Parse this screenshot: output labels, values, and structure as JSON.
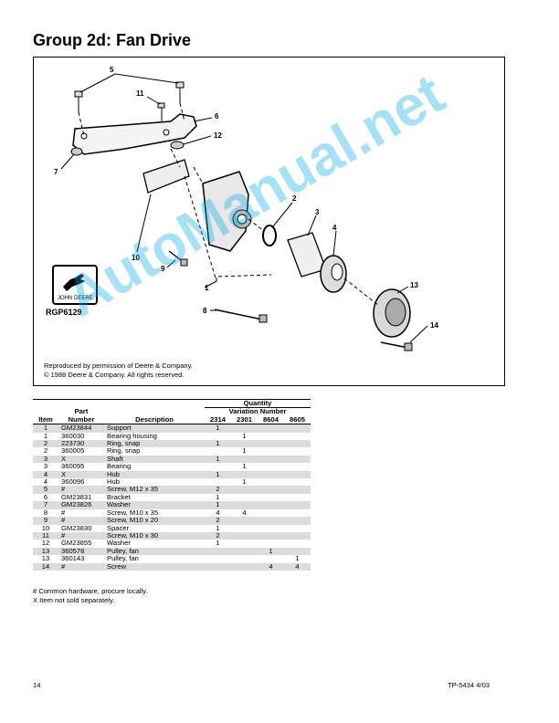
{
  "page_title": "Group 2d:  Fan Drive",
  "figure": {
    "callouts": [
      "5",
      "11",
      "6",
      "12",
      "7",
      "2",
      "3",
      "4",
      "10",
      "9",
      "1",
      "13",
      "8",
      "14"
    ],
    "logo_text": "JOHN DEERE",
    "figure_code": "RGP6129",
    "credit_line1": "Reproduced by permission of Deere & Company.",
    "credit_line2": "© 1988 Deere & Company.  All rights reserved.",
    "watermark": "AutoManual.net"
  },
  "table": {
    "header_quantity": "Quantity",
    "header_variation": "Variation Number",
    "header_part_top": "Part",
    "col_item": "Item",
    "col_number": "Number",
    "col_description": "Description",
    "variation_cols": [
      "2314",
      "2301",
      "8604",
      "8605"
    ],
    "rows": [
      {
        "item": "1",
        "part": "GM23844",
        "desc": "Support",
        "q": [
          "1",
          "",
          "",
          ""
        ]
      },
      {
        "item": "1",
        "part": "360030",
        "desc": "Bearing housing",
        "q": [
          "",
          "1",
          "",
          ""
        ]
      },
      {
        "item": "2",
        "part": "223730",
        "desc": "Ring, snap",
        "q": [
          "1",
          "",
          "",
          ""
        ]
      },
      {
        "item": "2",
        "part": "360005",
        "desc": "Ring, snap",
        "q": [
          "",
          "1",
          "",
          ""
        ]
      },
      {
        "item": "3",
        "part": "X",
        "desc": "Shaft",
        "q": [
          "1",
          "",
          "",
          ""
        ]
      },
      {
        "item": "3",
        "part": "360095",
        "desc": "Bearing",
        "q": [
          "",
          "1",
          "",
          ""
        ]
      },
      {
        "item": "4",
        "part": "X",
        "desc": "Hub",
        "q": [
          "1",
          "",
          "",
          ""
        ]
      },
      {
        "item": "4",
        "part": "360096",
        "desc": "Hub",
        "q": [
          "",
          "1",
          "",
          ""
        ]
      },
      {
        "item": "5",
        "part": "#",
        "desc": "Screw, M12 x 35",
        "q": [
          "2",
          "",
          "",
          ""
        ]
      },
      {
        "item": "6",
        "part": "GM23831",
        "desc": "Bracket",
        "q": [
          "1",
          "",
          "",
          ""
        ]
      },
      {
        "item": "7",
        "part": "GM23826",
        "desc": "Washer",
        "q": [
          "1",
          "",
          "",
          ""
        ]
      },
      {
        "item": "8",
        "part": "#",
        "desc": "Screw, M10 x 35",
        "q": [
          "4",
          "4",
          "",
          ""
        ]
      },
      {
        "item": "9",
        "part": "#",
        "desc": "Screw, M10 x 20",
        "q": [
          "2",
          "",
          "",
          ""
        ]
      },
      {
        "item": "10",
        "part": "GM23830",
        "desc": "Spacer",
        "q": [
          "1",
          "",
          "",
          ""
        ]
      },
      {
        "item": "11",
        "part": "#",
        "desc": "Screw, M10 x 30",
        "q": [
          "2",
          "",
          "",
          ""
        ]
      },
      {
        "item": "12",
        "part": "GM23855",
        "desc": "Washer",
        "q": [
          "1",
          "",
          "",
          ""
        ]
      },
      {
        "item": "13",
        "part": "360578",
        "desc": "Pulley, fan",
        "q": [
          "",
          "",
          "1",
          ""
        ]
      },
      {
        "item": "13",
        "part": "360143",
        "desc": "Pulley, fan",
        "q": [
          "",
          "",
          "",
          "1"
        ]
      },
      {
        "item": "14",
        "part": "#",
        "desc": "Screw",
        "q": [
          "",
          "",
          "4",
          "4"
        ]
      }
    ]
  },
  "notes": [
    "# Common hardware, procure locally.",
    "X Item not sold separately."
  ],
  "footer": {
    "page_number": "14",
    "doc_ref": "TP-5434   4/03"
  }
}
